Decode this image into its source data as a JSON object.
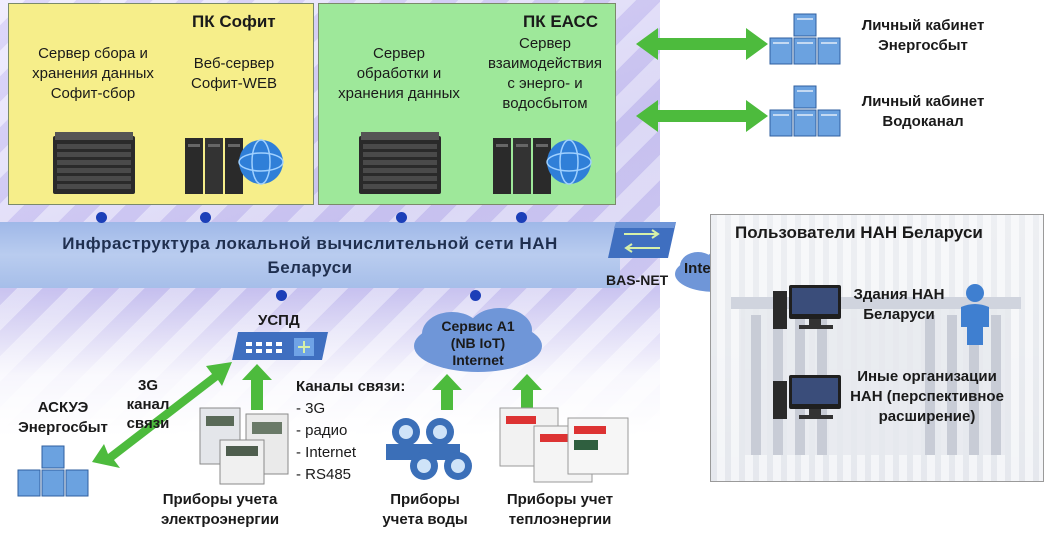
{
  "sofit": {
    "title": "ПК Софит",
    "server1": [
      "Сервер сбора и",
      "хранения данных",
      "Софит-сбор"
    ],
    "server2": [
      "Веб-сервер",
      "Софит-WEB"
    ]
  },
  "eass": {
    "title": "ПК ЕАСС",
    "server1": [
      "Сервер",
      "обработки и",
      "хранения данных"
    ],
    "server2": [
      "Сервер",
      "взаимодействия",
      "с энерго- и",
      "водосбытом"
    ]
  },
  "cabinets": {
    "energo": [
      "Личный кабинет",
      "Энергосбыт"
    ],
    "voda": [
      "Личный кабинет",
      "Водоканал"
    ]
  },
  "network": {
    "band_lines": [
      "Инфраструктура локальной вычислительной сети НАН",
      "Беларуси"
    ],
    "basnet": "BAS-NET",
    "internet": "Internet"
  },
  "users": {
    "title": "Пользователи НАН Беларуси",
    "buildings": [
      "Здания НАН",
      "Беларуси"
    ],
    "other": [
      "Иные организации",
      "НАН (перспективное",
      "расширение)"
    ]
  },
  "uspd": "УСПД",
  "a1_service": [
    "Сервис А1",
    "(NB IoT)",
    "Internet"
  ],
  "askue": [
    "АСКУЭ",
    "Энергосбыт"
  ],
  "channel_3g": [
    "3G",
    "канал",
    "связи"
  ],
  "channels": {
    "title": "Каналы связи:",
    "items": [
      "- 3G",
      "- радио",
      "- Internet",
      "- RS485"
    ]
  },
  "devices": {
    "electro": [
      "Приборы учета",
      "электроэнергии"
    ],
    "water": [
      "Приборы",
      "учета воды"
    ],
    "heat": [
      "Приборы учет",
      "теплоэнергии"
    ]
  },
  "colors": {
    "sofit_panel": "#f6ee8a",
    "eass_panel": "#9ee89a",
    "arrow_green": "#4dbb3d",
    "band_blue": "#a6bee9",
    "dot_blue": "#1c3fb8",
    "cloud_blue": "#6f96d8"
  }
}
